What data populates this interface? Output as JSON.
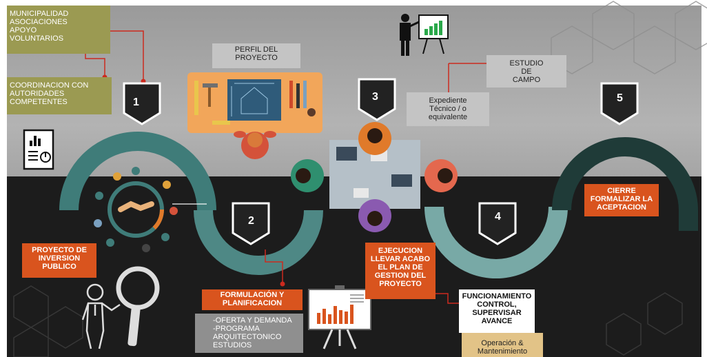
{
  "boxes": {
    "stakeholders": "MUNICIPALIDAD\nASOCIACIONES\nAPOYO\nVOLUNTARIOS",
    "coordination": "COORDINACION CON\nAUTORIDADES\nCOMPETENTES",
    "project_profile": "PERFIL DEL\nPROYECTO",
    "field_study": "ESTUDIO\nDE\nCAMPO",
    "technical_file": "Expediente\nTécnico / o\nequivalente",
    "investment_project": "PROYECTO DE\nINVERSION\nPUBLICO",
    "formulation": "FORMULACIÓN Y\nPLANIFICACION",
    "formulation_details": "-OFERTA Y DEMANDA\n-PROGRAMA\nARQUITECTONICO\nESTUDIOS",
    "execution": "EJECUCION\nLLEVAR ACABO\nEL PLAN DE\nGESTION DEL\nPROYECTO",
    "operation_control": "FUNCIONAMIENTO\nCONTROL,\nSUPERVISAR\nAVANCE",
    "operation_maintenance": "Operación &\nMantenimiento",
    "closure": "CIERRE\nFORMALIZAR LA\nACEPTACION"
  },
  "steps": [
    "1",
    "2",
    "3",
    "4",
    "5"
  ],
  "colors": {
    "teal": "#3f7c79",
    "teal_light": "#78a9a6",
    "dark_teal": "#1f3b38",
    "orange": "#d9541e",
    "olive": "#9b9a52",
    "shield": "#222222",
    "top_band": "#a9a9a9",
    "bottom_band": "#1c1c1c"
  },
  "icons": [
    "presenter-chart-icon",
    "report-icon",
    "handshake-network-icon",
    "magnifier-person-icon",
    "bar-chart-board-icon",
    "blueprint-desk-icon",
    "team-table-icon"
  ]
}
